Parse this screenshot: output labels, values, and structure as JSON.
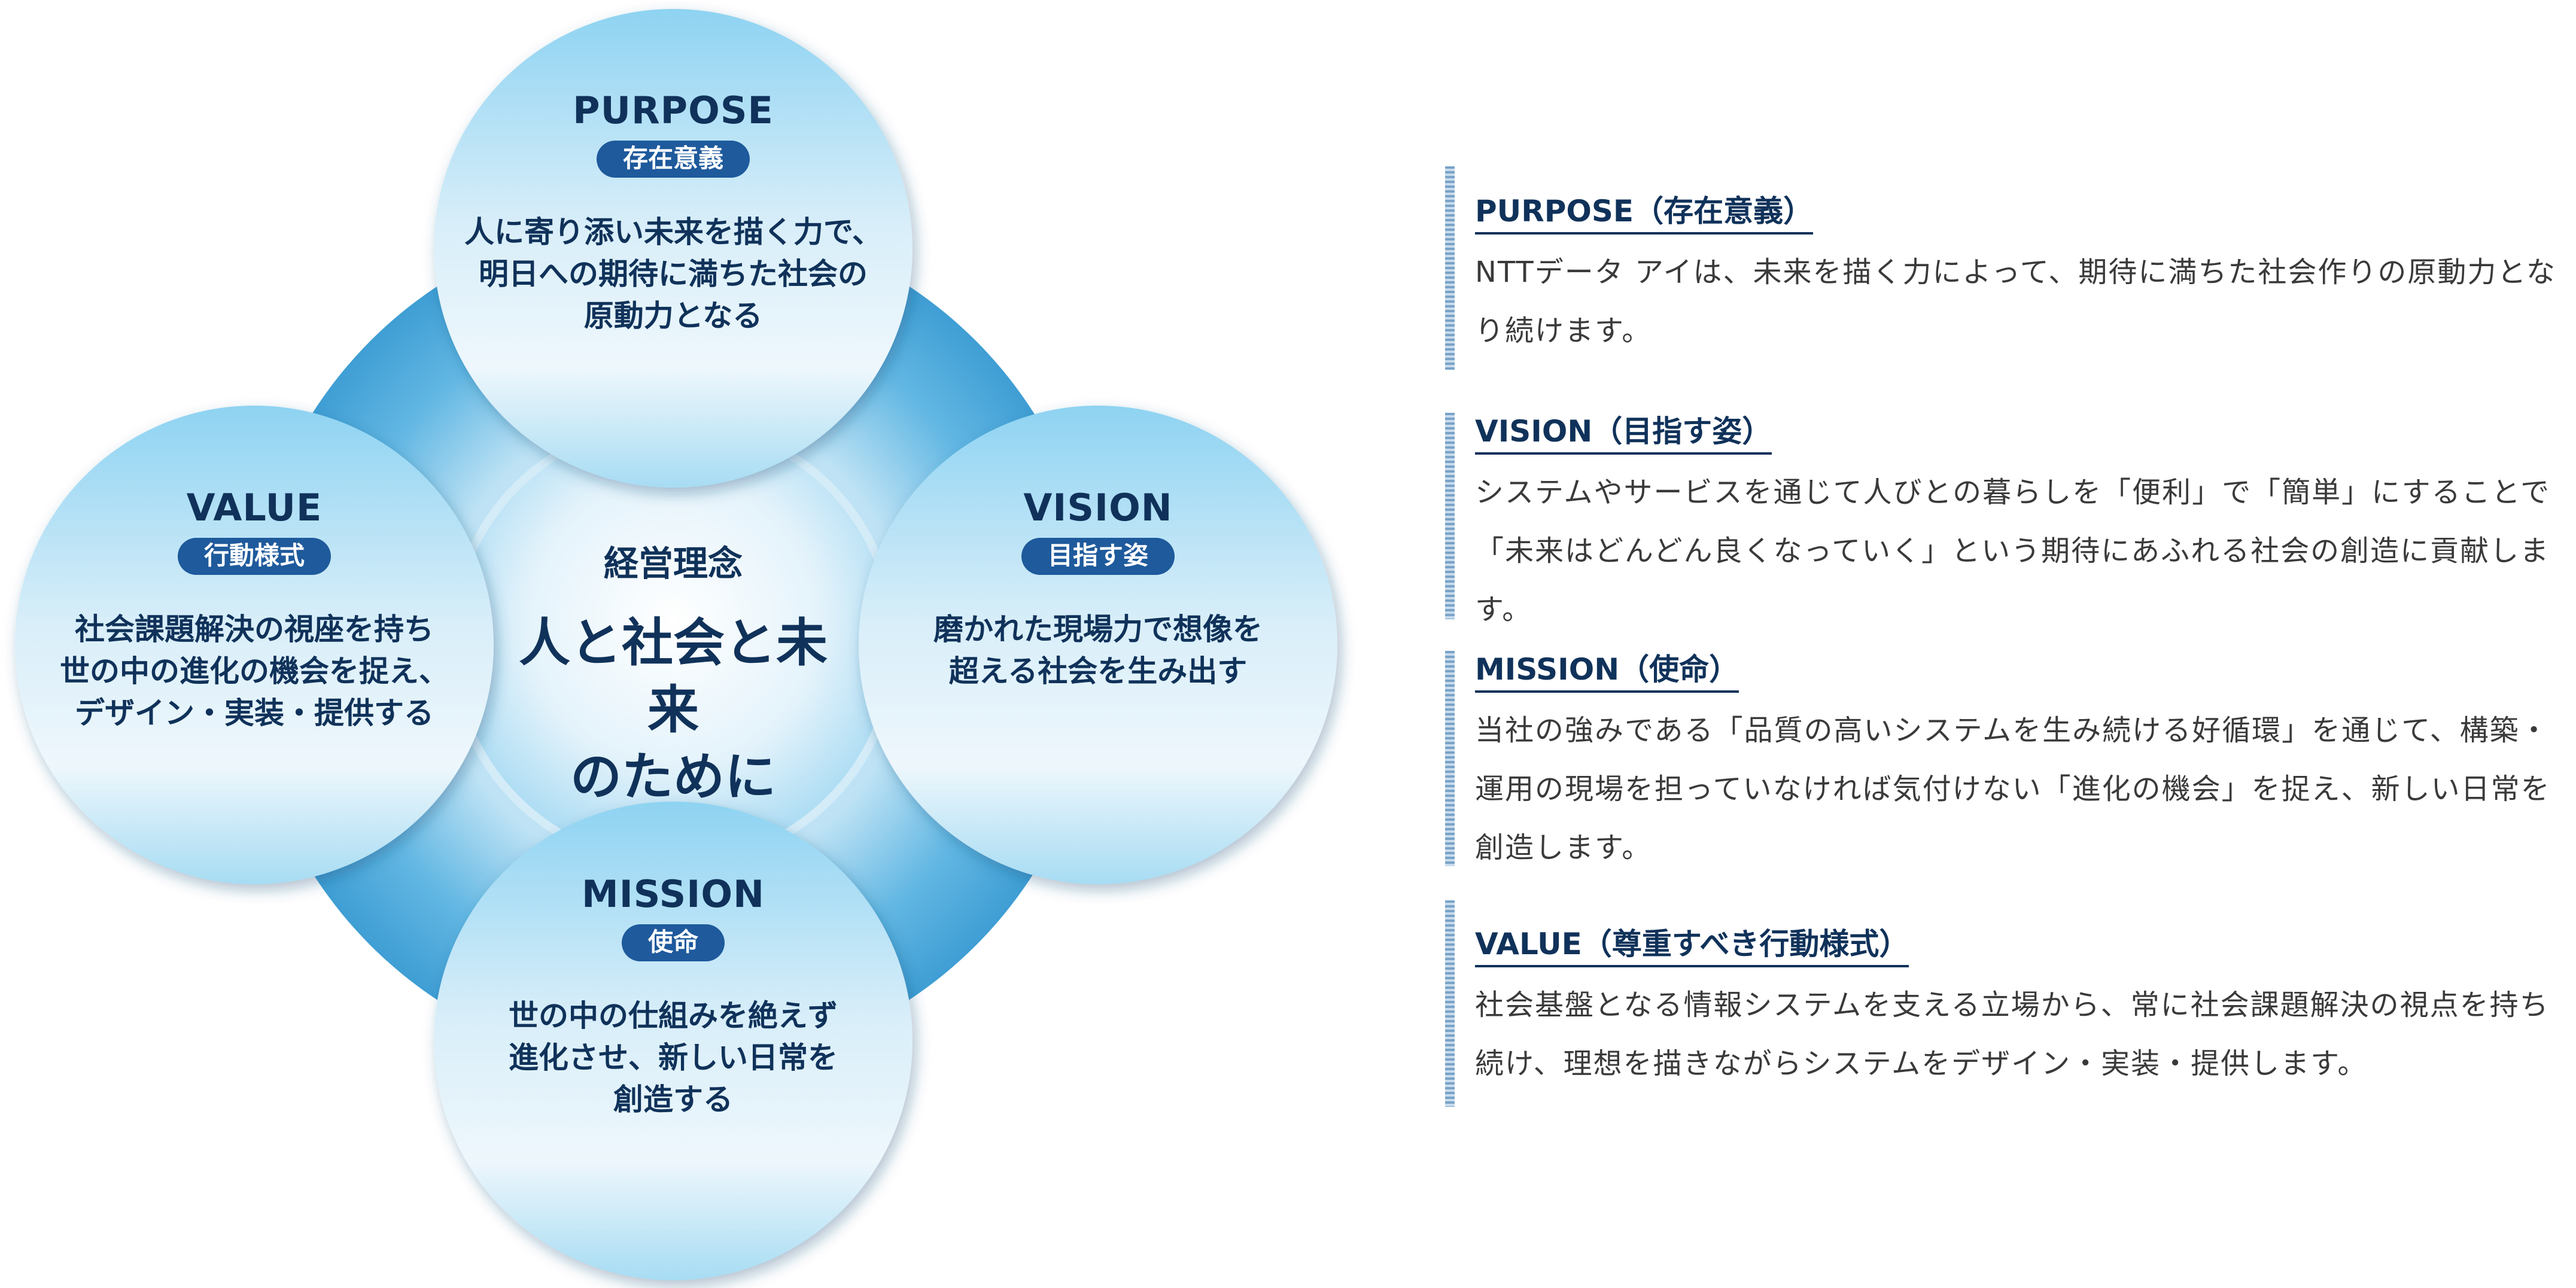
{
  "diagram": {
    "center": {
      "subtitle": "経営理念",
      "title": "人と社会と未来\nのために"
    },
    "circles": {
      "purpose": {
        "title": "PURPOSE",
        "badge": "存在意義",
        "description": "人に寄り添い未来を描く力で、\n明日への期待に満ちた社会の\n原動力となる"
      },
      "vision": {
        "title": "VISION",
        "badge": "目指す姿",
        "description": "磨かれた現場力で想像を\n超える社会を生み出す"
      },
      "value": {
        "title": "VALUE",
        "badge": "行動様式",
        "description": "社会課題解決の視座を持ち\n世の中の進化の機会を捉え、\nデザイン・実装・提供する"
      },
      "mission": {
        "title": "MISSION",
        "badge": "使命",
        "description": "世の中の仕組みを絶えず\n進化させ、新しい日常を\n創造する"
      }
    },
    "colors": {
      "text": "#10325a",
      "badge": "#1e5a9c",
      "ring_outer": "#3f9ed4",
      "circle_light": "#eaf5fb",
      "circle_edge": "#8ecfee"
    }
  },
  "panel": {
    "sections": [
      {
        "heading": "PURPOSE（存在意義）",
        "body": "NTTデータ アイは、未来を描く力によって、期待に満ちた社会作りの原動力となり続けます。"
      },
      {
        "heading": "VISION（目指す姿）",
        "body": "システムやサービスを通じて人びとの暮らしを「便利」で「簡単」にすることで「未来はどんどん良くなっていく」という期待にあふれる社会の創造に貢献します。"
      },
      {
        "heading": "MISSION（使命）",
        "body": "当社の強みである「品質の高いシステムを生み続ける好循環」を通じて、構築・運用の現場を担っていなければ気付けない「進化の機会」を捉え、新しい日常を創造します。"
      },
      {
        "heading": "VALUE（尊重すべき行動様式）",
        "body": "社会基盤となる情報システムを支える立場から、常に社会課題解決の視点を持ち続け、理想を描きながらシステムをデザイン・実装・提供します。"
      }
    ]
  }
}
